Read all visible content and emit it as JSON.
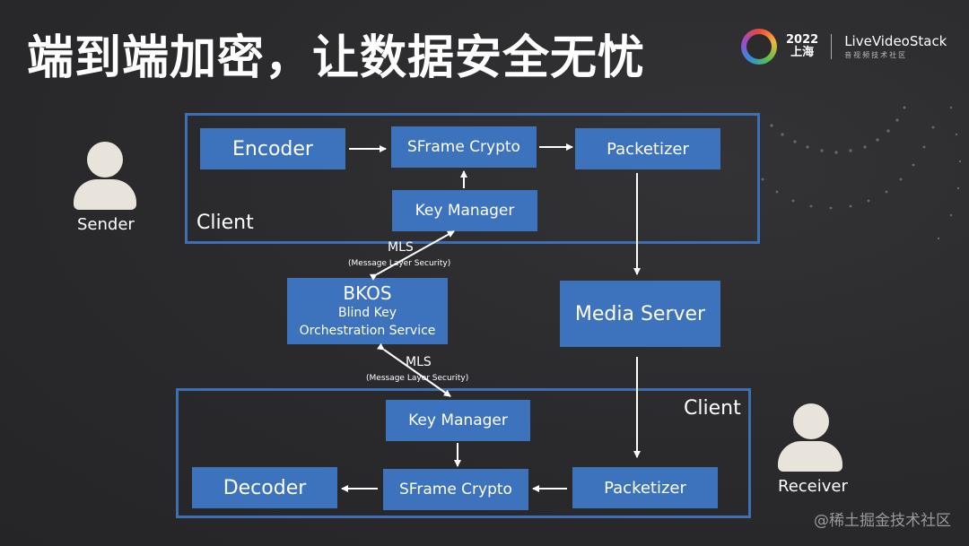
{
  "slide": {
    "title": "端到端加密，让数据安全无忧",
    "logo": {
      "year": "2022",
      "city": "上海",
      "brand": "LiveVideoStack",
      "sub": "音视频技术社区"
    },
    "watermark": "@稀土掘金技术社区"
  },
  "sender": {
    "label": "Sender",
    "client_label": "Client",
    "encoder": "Encoder",
    "sframe": "SFrame Crypto",
    "packetizer": "Packetizer",
    "key_manager": "Key Manager"
  },
  "middle": {
    "mls_top": "MLS",
    "mls_top_sub": "(Message Layer Security)",
    "bkos_title": "BKOS",
    "bkos_line1": "Blind Key",
    "bkos_line2": "Orchestration Service",
    "mls_bottom": "MLS",
    "mls_bottom_sub": "(Message Layer Security)",
    "media_server": "Media Server"
  },
  "receiver": {
    "label": "Receiver",
    "client_label": "Client",
    "key_manager": "Key Manager",
    "decoder": "Decoder",
    "sframe": "SFrame Crypto",
    "packetizer": "Packetizer"
  }
}
